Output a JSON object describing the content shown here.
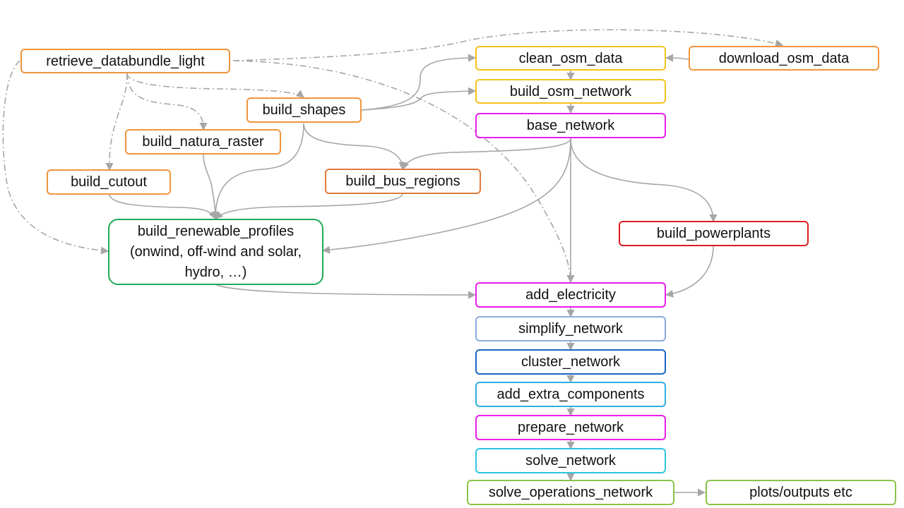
{
  "nodes": [
    {
      "id": "retrieve_databundle_light",
      "label": "retrieve_databundle_light",
      "color": "#f0943c"
    },
    {
      "id": "clean_osm_data",
      "label": "clean_osm_data",
      "color": "#f5c21b"
    },
    {
      "id": "download_osm_data",
      "label": "download_osm_data",
      "color": "#f0943c"
    },
    {
      "id": "build_osm_network",
      "label": "build_osm_network",
      "color": "#f5c21b"
    },
    {
      "id": "build_shapes",
      "label": "build_shapes",
      "color": "#f0943c"
    },
    {
      "id": "base_network",
      "label": "base_network",
      "color": "#e81ce8"
    },
    {
      "id": "build_natura_raster",
      "label": "build_natura_raster",
      "color": "#f0943c"
    },
    {
      "id": "build_cutout",
      "label": "build_cutout",
      "color": "#f0943c"
    },
    {
      "id": "build_bus_regions",
      "label": "build_bus_regions",
      "color": "#e07a3a"
    },
    {
      "id": "build_renewable_profiles",
      "label": "build_renewable_profiles (onwind, off-wind and solar, hydro, …)",
      "color": "#1faa5a"
    },
    {
      "id": "build_powerplants",
      "label": "build_powerplants",
      "color": "#dd1c1c"
    },
    {
      "id": "add_electricity",
      "label": "add_electricity",
      "color": "#e81ce8"
    },
    {
      "id": "simplify_network",
      "label": "simplify_network",
      "color": "#8eaadb"
    },
    {
      "id": "cluster_network",
      "label": "cluster_network",
      "color": "#1a66c4"
    },
    {
      "id": "add_extra_components",
      "label": "add_extra_components",
      "color": "#2eaee0"
    },
    {
      "id": "prepare_network",
      "label": "prepare_network",
      "color": "#e81ce8"
    },
    {
      "id": "solve_network",
      "label": "solve_network",
      "color": "#2ec4de"
    },
    {
      "id": "solve_operations_network",
      "label": "solve_operations_network",
      "color": "#8bc34a"
    },
    {
      "id": "plots_outputs",
      "label": "plots/outputs etc",
      "color": "#8bc34a"
    }
  ],
  "edges": [
    {
      "from": "retrieve_databundle_light",
      "to": "download_osm_data",
      "style": "dashed"
    },
    {
      "from": "retrieve_databundle_light",
      "to": "add_electricity",
      "style": "dashed"
    },
    {
      "from": "retrieve_databundle_light",
      "to": "build_shapes",
      "style": "dashed"
    },
    {
      "from": "retrieve_databundle_light",
      "to": "build_natura_raster",
      "style": "dashed"
    },
    {
      "from": "retrieve_databundle_light",
      "to": "build_cutout",
      "style": "dashed"
    },
    {
      "from": "retrieve_databundle_light",
      "to": "build_renewable_profiles",
      "style": "dashed"
    },
    {
      "from": "download_osm_data",
      "to": "clean_osm_data",
      "style": "solid"
    },
    {
      "from": "clean_osm_data",
      "to": "build_osm_network",
      "style": "solid"
    },
    {
      "from": "build_osm_network",
      "to": "base_network",
      "style": "solid"
    },
    {
      "from": "build_shapes",
      "to": "clean_osm_data",
      "style": "solid"
    },
    {
      "from": "build_shapes",
      "to": "build_osm_network",
      "style": "solid"
    },
    {
      "from": "build_shapes",
      "to": "build_bus_regions",
      "style": "solid"
    },
    {
      "from": "build_shapes",
      "to": "build_renewable_profiles",
      "style": "solid"
    },
    {
      "from": "build_natura_raster",
      "to": "build_renewable_profiles",
      "style": "solid"
    },
    {
      "from": "build_cutout",
      "to": "build_renewable_profiles",
      "style": "solid"
    },
    {
      "from": "build_bus_regions",
      "to": "build_renewable_profiles",
      "style": "solid"
    },
    {
      "from": "base_network",
      "to": "build_bus_regions",
      "style": "solid"
    },
    {
      "from": "base_network",
      "to": "build_renewable_profiles",
      "style": "solid"
    },
    {
      "from": "base_network",
      "to": "build_powerplants",
      "style": "solid"
    },
    {
      "from": "base_network",
      "to": "add_electricity",
      "style": "solid"
    },
    {
      "from": "build_renewable_profiles",
      "to": "add_electricity",
      "style": "solid"
    },
    {
      "from": "build_powerplants",
      "to": "add_electricity",
      "style": "solid"
    },
    {
      "from": "add_electricity",
      "to": "simplify_network",
      "style": "solid"
    },
    {
      "from": "simplify_network",
      "to": "cluster_network",
      "style": "solid"
    },
    {
      "from": "cluster_network",
      "to": "add_extra_components",
      "style": "solid"
    },
    {
      "from": "add_extra_components",
      "to": "prepare_network",
      "style": "solid"
    },
    {
      "from": "prepare_network",
      "to": "solve_network",
      "style": "solid"
    },
    {
      "from": "solve_network",
      "to": "solve_operations_network",
      "style": "solid"
    },
    {
      "from": "solve_operations_network",
      "to": "plots_outputs",
      "style": "solid"
    }
  ],
  "edge_color": "#a6a6a6"
}
